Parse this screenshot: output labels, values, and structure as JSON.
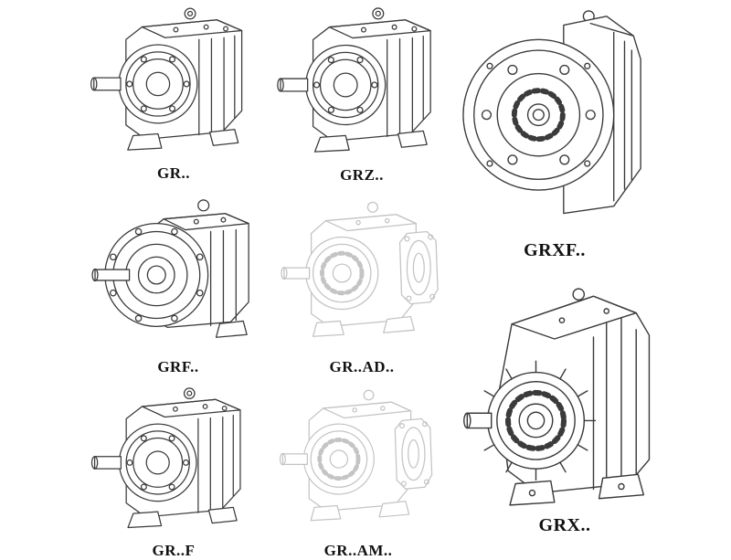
{
  "colors": {
    "background": "#ffffff",
    "line": "#3b3b3b",
    "faded-line": "#c4c4c4",
    "label": "#111111"
  },
  "items": [
    {
      "label": "GR.."
    },
    {
      "label": "GRZ.."
    },
    {
      "label": "GRXF.."
    },
    {
      "label": "GRF.."
    },
    {
      "label": "GR..AD.."
    },
    {
      "label": "GRX.."
    },
    {
      "label": "GR..F"
    },
    {
      "label": "GR..AM.."
    }
  ]
}
